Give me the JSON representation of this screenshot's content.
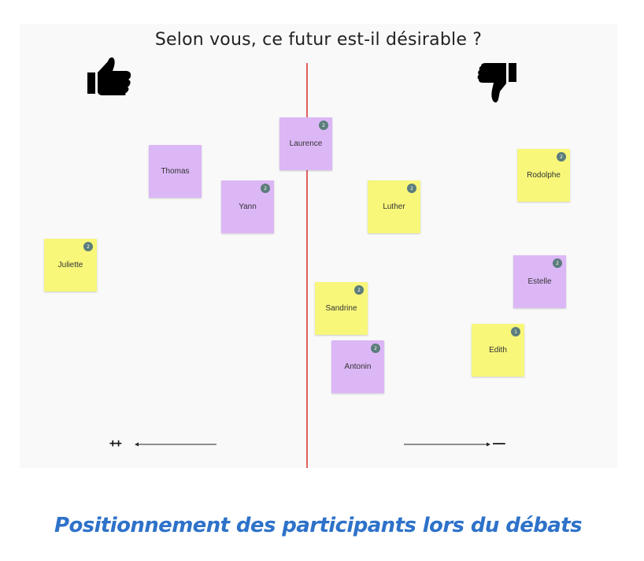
{
  "question": "Selon vous, ce futur est-il désirable ?",
  "scale": {
    "positive": "++",
    "negative": "––"
  },
  "caption": "Positionnement des participants lors du débats",
  "colors": {
    "purple": "#dcb7f6",
    "yellow": "#f8f77a",
    "divider": "#e06060",
    "caption": "#2e72c9"
  },
  "icons": {
    "agree": "thumbs-up-icon",
    "disagree": "thumbs-down-icon"
  },
  "notes": [
    {
      "name": "Laurence",
      "color": "purple",
      "badge": "2"
    },
    {
      "name": "Thomas",
      "color": "purple",
      "badge": ""
    },
    {
      "name": "Yann",
      "color": "purple",
      "badge": "2"
    },
    {
      "name": "Juliette",
      "color": "yellow",
      "badge": "2"
    },
    {
      "name": "Luther",
      "color": "yellow",
      "badge": "2"
    },
    {
      "name": "Rodolphe",
      "color": "yellow",
      "badge": "2"
    },
    {
      "name": "Estelle",
      "color": "purple",
      "badge": "2"
    },
    {
      "name": "Sandrine",
      "color": "yellow",
      "badge": "2"
    },
    {
      "name": "Antonin",
      "color": "purple",
      "badge": "2"
    },
    {
      "name": "Edith",
      "color": "yellow",
      "badge": "1"
    }
  ]
}
